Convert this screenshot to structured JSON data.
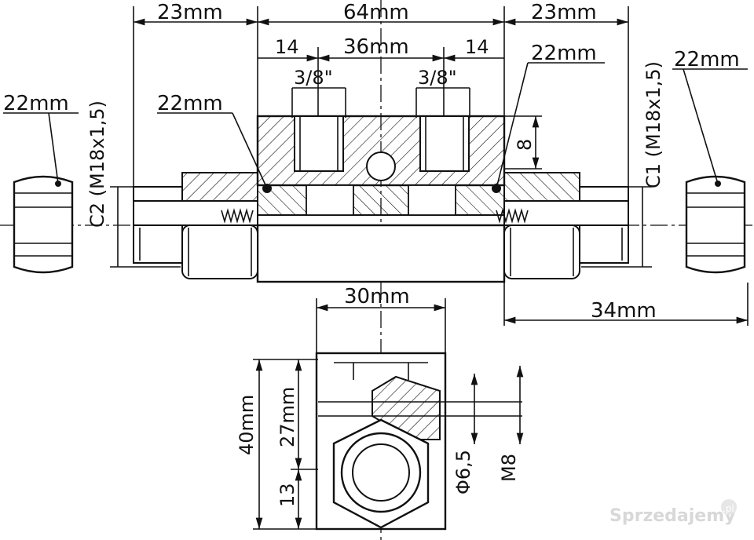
{
  "labels": {
    "left_width": "23mm",
    "center_width": "64mm",
    "right_width": "23mm",
    "left_inner": "14",
    "center_inner": "36mm",
    "right_inner": "14",
    "port_left": "3/8\"",
    "port_right": "3/8\"",
    "nut_right": "22mm",
    "left_nut_outer": "22mm",
    "left_nut_inner": "22mm",
    "right_nut_outer": "22mm",
    "port_c2": "C2 (M18x1,5)",
    "port_c1": "C1 (M18x1,5)",
    "height_8": "8",
    "bottom_width": "30mm",
    "right_reach": "34mm",
    "height_40": "40mm",
    "height_27": "27mm",
    "height_13": "13",
    "bore": "Φ6,5",
    "thread": "M8"
  },
  "watermark": {
    "text": "Sprzedajemy",
    "badge": ".pl"
  }
}
